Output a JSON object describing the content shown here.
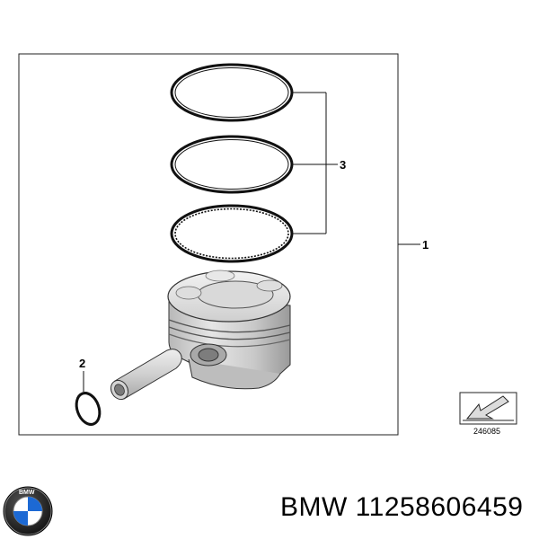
{
  "diagram": {
    "callouts": {
      "piston_assembly": "1",
      "circlip_and_pin": "2",
      "piston_rings": "3"
    },
    "reference_number": "246085",
    "corner_icon": "arrow-down-left-icon"
  },
  "logo": {
    "text": "BMW",
    "colors": {
      "blue": "#1c69d4",
      "white": "#ffffff",
      "ring": "#111111"
    }
  },
  "caption": {
    "brand": "BMW",
    "part_number": "11258606459"
  }
}
